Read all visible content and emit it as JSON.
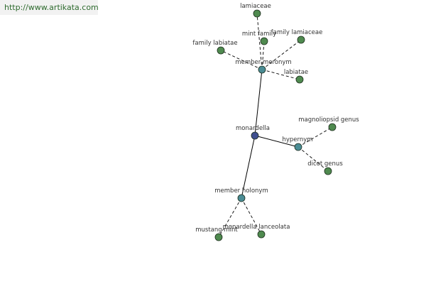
{
  "banner": {
    "url": "http://www.artikata.com"
  },
  "graph": {
    "colors": {
      "root": "#3f4f8f",
      "relation": "#4a8c94",
      "leaf": "#4f8a4f",
      "node_stroke": "#1e2e1e",
      "edge": "#000000"
    },
    "nodes": [
      {
        "id": "monardella",
        "label": "monardella",
        "kind": "root"
      },
      {
        "id": "member_meronym",
        "label": "member meronym",
        "kind": "relation"
      },
      {
        "id": "hypernym",
        "label": "hypernym",
        "kind": "relation"
      },
      {
        "id": "member_holonym",
        "label": "member holonym",
        "kind": "relation"
      },
      {
        "id": "lamiaceae",
        "label": "lamiaceae",
        "kind": "leaf"
      },
      {
        "id": "mint_family",
        "label": "mint family",
        "kind": "leaf"
      },
      {
        "id": "family_lamiaceae",
        "label": "family lamiaceae",
        "kind": "leaf"
      },
      {
        "id": "family_labiatae",
        "label": "family labiatae",
        "kind": "leaf"
      },
      {
        "id": "labiatae",
        "label": "labiatae",
        "kind": "leaf"
      },
      {
        "id": "magnoliopsid_genus",
        "label": "magnoliopsid genus",
        "kind": "leaf"
      },
      {
        "id": "dicot_genus",
        "label": "dicot genus",
        "kind": "leaf"
      },
      {
        "id": "mustang_mint",
        "label": "mustang mint",
        "kind": "leaf"
      },
      {
        "id": "monardella_lanceolata",
        "label": "monardella lanceolata",
        "kind": "leaf"
      }
    ],
    "edges": [
      {
        "from": "monardella",
        "to": "member_meronym",
        "style": "solid"
      },
      {
        "from": "monardella",
        "to": "hypernym",
        "style": "solid"
      },
      {
        "from": "monardella",
        "to": "member_holonym",
        "style": "solid"
      },
      {
        "from": "member_meronym",
        "to": "lamiaceae",
        "style": "dashed"
      },
      {
        "from": "member_meronym",
        "to": "mint_family",
        "style": "dashed"
      },
      {
        "from": "member_meronym",
        "to": "family_lamiaceae",
        "style": "dashed"
      },
      {
        "from": "member_meronym",
        "to": "family_labiatae",
        "style": "dashed"
      },
      {
        "from": "member_meronym",
        "to": "labiatae",
        "style": "dashed"
      },
      {
        "from": "hypernym",
        "to": "magnoliopsid_genus",
        "style": "dashed"
      },
      {
        "from": "hypernym",
        "to": "dicot_genus",
        "style": "dashed"
      },
      {
        "from": "member_holonym",
        "to": "mustang_mint",
        "style": "dashed"
      },
      {
        "from": "member_holonym",
        "to": "monardella_lanceolata",
        "style": "dashed"
      }
    ]
  }
}
